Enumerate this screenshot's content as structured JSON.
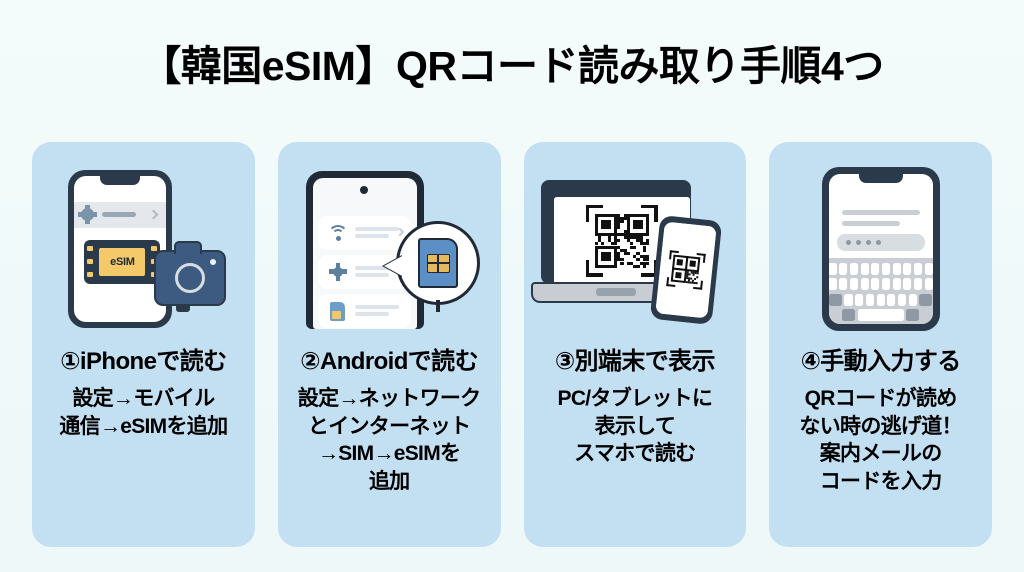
{
  "title": "【韓国eSIM】QRコード読み取り手順4つ",
  "colors": {
    "background": "#f0f9f9",
    "card_background": "#c3dff2",
    "text": "#000000",
    "device_frame": "#2b3a4a",
    "accent_blue": "#3d5a80",
    "accent_yellow": "#f3c969",
    "icon_blue_gray": "#5f7f9e"
  },
  "cards": [
    {
      "number": "①",
      "heading": "①iPhoneで読む",
      "body": "設定→モバイル\n通信→eSIMを追加",
      "illustration": "iphone-esim-camera",
      "chip_label": "eSIM"
    },
    {
      "number": "②",
      "heading": "②Androidで読む",
      "body": "設定→ネットワーク\nとインターネット\n→SIM→eSIMを\n追加",
      "illustration": "android-sim-bubble"
    },
    {
      "number": "③",
      "heading": "③別端末で表示",
      "body": "PC/タブレットに\n表示して\nスマホで読む",
      "illustration": "laptop-phone-qr"
    },
    {
      "number": "④",
      "heading": "④手動入力する",
      "body": "QRコードが読め\nない時の逃げ道！\n案内メールの\nコードを入力",
      "illustration": "phone-keyboard-input"
    }
  ]
}
